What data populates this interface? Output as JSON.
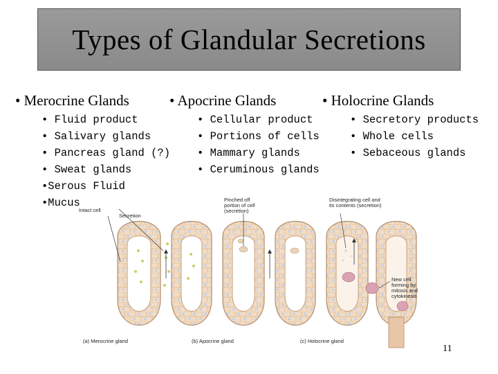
{
  "title": "Types of Glandular Secretions",
  "columns": [
    {
      "heading": "• Merocrine Glands",
      "items": [
        "• Fluid product",
        "• Salivary glands",
        "• Pancreas gland (?)",
        "• Sweat glands",
        "•Serous Fluid",
        "•Mucus"
      ]
    },
    {
      "heading": "• Apocrine Glands",
      "items": [
        "• Cellular product",
        "• Portions of cells",
        "• Mammary glands",
        "• Ceruminous glands"
      ]
    },
    {
      "heading": "• Holocrine Glands",
      "items": [
        "• Secretory products",
        "• Whole cells",
        "• Sebaceous glands"
      ]
    }
  ],
  "figure": {
    "labels": {
      "intact_cell": "Intact cell",
      "secretion": "Secretion",
      "pinched_off": "Pinched off portion of cell (secretion)",
      "disintegrating": "Disintegrating cell and its contents (secretion)",
      "new_cell": "New cell forming by mitosis and cytokinesis"
    },
    "captions": {
      "merocrine": "(a) Merocrine gland",
      "apocrine": "(b) Apocrine gland",
      "holocrine": "(c) Holocrine gland"
    },
    "colors": {
      "cell_fill": "#f3dcc4",
      "cell_stroke": "#c9a07a",
      "nucleus": "#c8d2e0",
      "secretion": "#c9cf6a",
      "lumen": "#ffffff",
      "background": "#f6ead9"
    }
  },
  "page_number": "11"
}
